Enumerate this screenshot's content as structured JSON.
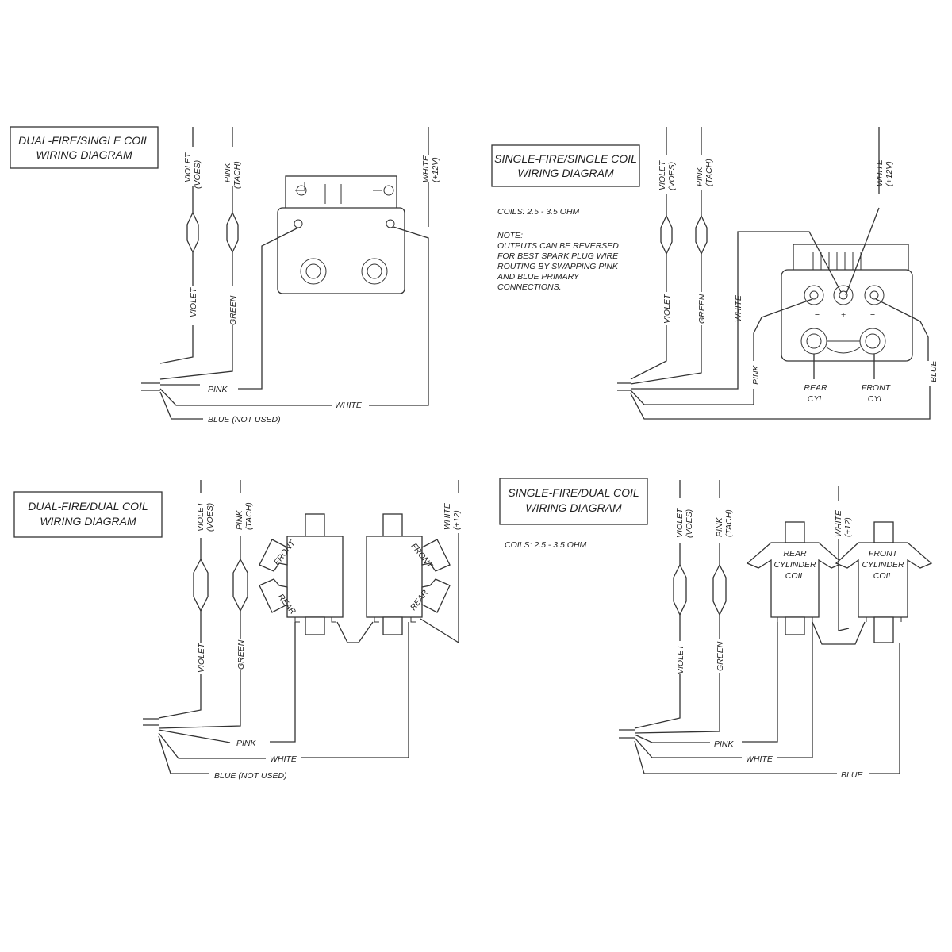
{
  "diagrams": {
    "dual_fire_single_coil": {
      "title_line1": "DUAL-FIRE/SINGLE COIL",
      "title_line2": "WIRING DIAGRAM",
      "violet_top": "VIOLET",
      "violet_top_sub": "(VOES)",
      "pink_top": "PINK",
      "pink_top_sub": "(TACH)",
      "white_top": "WHITE",
      "white_top_sub": "(+12V)",
      "violet": "VIOLET",
      "green": "GREEN",
      "pink": "PINK",
      "white": "WHITE",
      "blue": "BLUE (NOT USED)"
    },
    "single_fire_single_coil": {
      "title_line1": "SINGLE-FIRE/SINGLE COIL",
      "title_line2": "WIRING DIAGRAM",
      "coils": "COILS:  2.5 - 3.5 OHM",
      "note_line1": "NOTE:",
      "note_line2": "OUTPUTS CAN BE REVERSED",
      "note_line3": "FOR BEST SPARK PLUG WIRE",
      "note_line4": "ROUTING BY SWAPPING PINK",
      "note_line5": "AND BLUE PRIMARY",
      "note_line6": "CONNECTIONS.",
      "violet_top": "VIOLET",
      "violet_top_sub": "(VOES)",
      "pink_top": "PINK",
      "pink_top_sub": "(TACH)",
      "white_top": "WHITE",
      "white_top_sub": "(+12V)",
      "violet": "VIOLET",
      "green": "GREEN",
      "white": "WHITE",
      "pink": "PINK",
      "blue": "BLUE",
      "plus": "+",
      "minus": "−",
      "rear_cyl_line1": "REAR",
      "rear_cyl_line2": "CYL",
      "front_cyl_line1": "FRONT",
      "front_cyl_line2": "CYL"
    },
    "dual_fire_dual_coil": {
      "title_line1": "DUAL-FIRE/DUAL COIL",
      "title_line2": "WIRING DIAGRAM",
      "violet_top": "VIOLET",
      "violet_top_sub": "(VOES)",
      "pink_top": "PINK",
      "pink_top_sub": "(TACH)",
      "white_top": "WHITE",
      "white_top_sub": "(+12)",
      "front": "FRONT",
      "rear": "REAR",
      "violet": "VIOLET",
      "green": "GREEN",
      "pink": "PINK",
      "white": "WHITE",
      "blue": "BLUE  (NOT USED)"
    },
    "single_fire_dual_coil": {
      "title_line1": "SINGLE-FIRE/DUAL COIL",
      "title_line2": "WIRING DIAGRAM",
      "coils": "COILS:  2.5 - 3.5 OHM",
      "violet_top": "VIOLET",
      "violet_top_sub": "(VOES)",
      "pink_top": "PINK",
      "pink_top_sub": "(TACH)",
      "white_top": "WHITE",
      "white_top_sub": "(+12)",
      "rear_coil_line1": "REAR",
      "rear_coil_line2": "CYLINDER",
      "rear_coil_line3": "COIL",
      "front_coil_line1": "FRONT",
      "front_coil_line2": "CYLINDER",
      "front_coil_line3": "COIL",
      "violet": "VIOLET",
      "green": "GREEN",
      "pink": "PINK",
      "white": "WHITE",
      "blue": "BLUE"
    }
  }
}
